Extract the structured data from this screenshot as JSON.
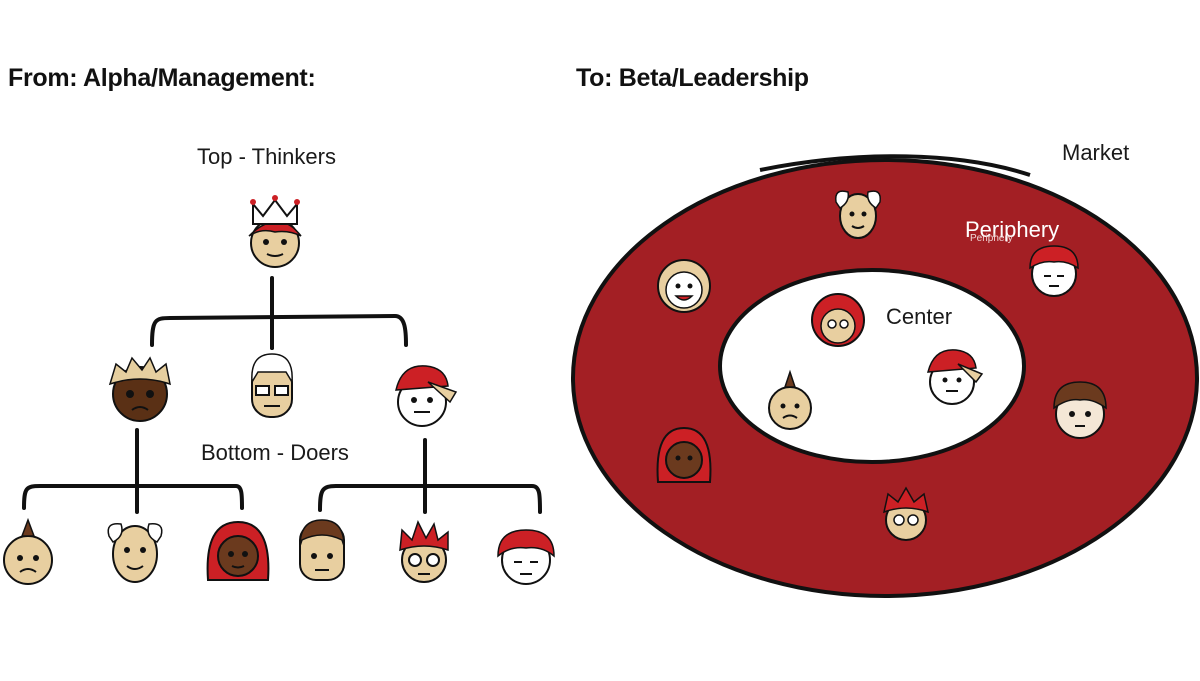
{
  "headings": {
    "from": "From: Alpha/Management:",
    "to": "To: Beta/Leadership"
  },
  "hierarchy": {
    "top_label": "Top - Thinkers",
    "bottom_label": "Bottom - Doers"
  },
  "circles": {
    "market_label": "Market",
    "periphery_label": "Periphery",
    "periphery_small_label": "Periphery",
    "center_label": "Center"
  },
  "colors": {
    "ring": "#a31f24",
    "ink": "#111111",
    "skin": "#e8cfa0",
    "hair_red": "#cc2025",
    "dark_skin": "#6b3a1e"
  }
}
